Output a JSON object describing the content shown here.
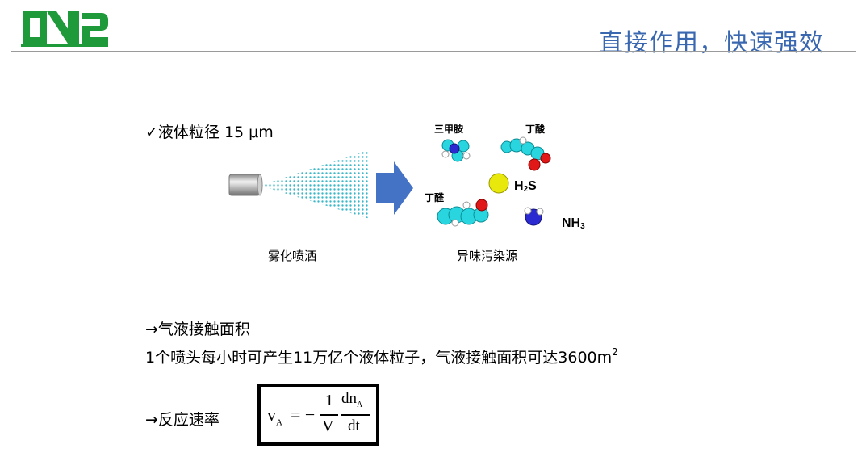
{
  "header": {
    "title": "直接作用，快速强效"
  },
  "diagram": {
    "droplet_size": "✓液体粒径 15 μm",
    "spray_label": "雾化喷洒",
    "pollutant_label": "异味污染源",
    "molecules": {
      "trimethylamine": "三甲胺",
      "butyric_acid": "丁酸",
      "h2s_main": "H",
      "h2s_sub": "2",
      "h2s_tail": "S",
      "butanal": "丁醛",
      "nh3_main": "NH",
      "nh3_sub": "3"
    }
  },
  "body": {
    "gas_liquid_heading": "→气液接触面积",
    "gas_liquid_text": "1个喷头每小时可产生11万亿个液体粒子，气液接触面积可达3600m",
    "gas_liquid_exp": "2",
    "reaction_heading": "→反应速率"
  },
  "formula": {
    "v": "v",
    "v_sub": "A",
    "eq": "= −",
    "one": "1",
    "V": "V",
    "dn": "dn",
    "dn_sub": "A",
    "dt": "dt"
  },
  "colors": {
    "title": "#3a68b0",
    "arrow": "#4472c4",
    "spray": "#39b8c8",
    "carbon": "#29d6e0",
    "oxygen": "#e01818",
    "nitrogen": "#2a2ad0",
    "sulfur": "#e8e80c"
  }
}
